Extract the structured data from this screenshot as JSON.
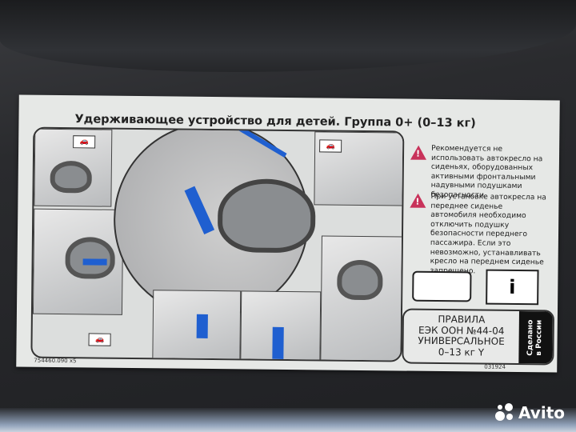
{
  "label": {
    "title": "Удерживающее устройство для детей. Группа 0+ (0–13 кг)",
    "warnings": [
      "Рекомендуется не использовать автокресло на сиденьях, оборудованных активными фронтальными надувными подушками безопасности.",
      "При установке автокресла на переднее сиденье автомобиля необходимо отключить подушку безопасности переднего пассажира. Если это невозможно, устанавливать кресло на переднем сиденье запрещено."
    ],
    "rules": [
      "ПРАВИЛА",
      "ЕЭК ООН №44-04",
      "УНИВЕРСАЛЬНОЕ",
      "0–13 кг Y"
    ],
    "made_in": [
      "Сделано",
      "в России"
    ],
    "info_icon": "i",
    "code_left": "754460.090 x5",
    "code_right": "031924"
  },
  "watermark": {
    "brand": "Avito"
  },
  "colors": {
    "belt": "#1f5fd0",
    "warning": "#c8325a"
  }
}
